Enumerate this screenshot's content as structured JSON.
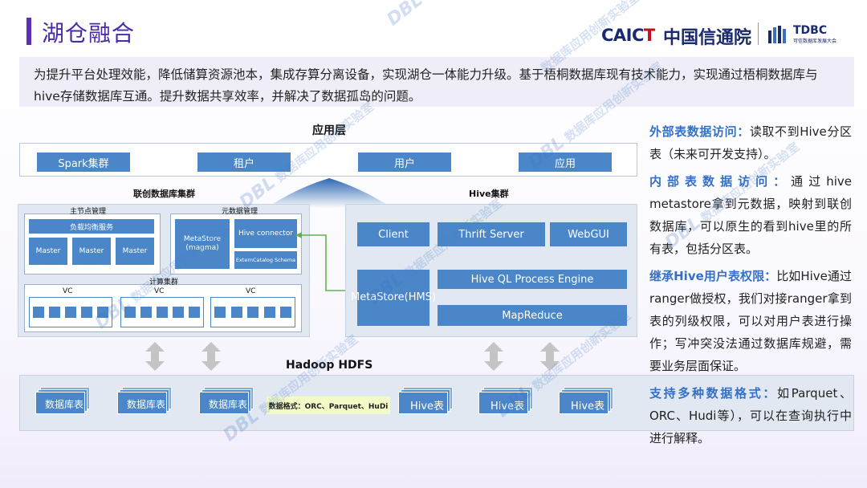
{
  "header": {
    "title": "湖仓融合",
    "logo_caict_pre": "CAIC",
    "logo_caict_t": "T",
    "logo_cn": "中国信通院",
    "logo_tdbc": "TDBC",
    "logo_tdbc_sub": "可信数据库发展大会"
  },
  "intro": "为提升平台处理效能，降低储算资源池本，集成存算分离设备，实现湖仓一体能力升级。基于梧桐数据库现有技术能力，实现通过梧桐数据库与hive存储数据库互通。提升数据共享效率，并解决了数据孤岛的问题。",
  "diagram": {
    "app_layer_title": "应用层",
    "app_items": [
      "Spark集群",
      "租户",
      "用户",
      "应用"
    ],
    "lianchuang": {
      "title": "联创数据库集群",
      "master_mgmt": "主节点管理",
      "load_balance": "负载均衡服务",
      "masters": [
        "Master",
        "Master",
        "Master"
      ],
      "meta_mgmt": "元数据管理",
      "metastore_magma": "MetaStore (magma)",
      "hive_connector": "Hive connector",
      "extern_catalog": "ExternCatalog Schema",
      "compute": "计算集群",
      "vc_labels": [
        "VC",
        "VC",
        "VC"
      ]
    },
    "hive": {
      "title": "Hive集群",
      "client": "Client",
      "thrift": "Thrift Server",
      "webgui": "WebGUI",
      "metastore_hms": "MetaStore(HMS)",
      "ql_engine": "Hive QL Process Engine",
      "mapreduce": "MapReduce"
    },
    "hdfs": {
      "title": "Hadoop HDFS",
      "db_tables": [
        "数据库表",
        "数据库表",
        "数据库表"
      ],
      "formats": "数据格式：ORC、Parquet、HuDi",
      "hive_tables": [
        "Hive表",
        "Hive表",
        "Hive表"
      ]
    }
  },
  "side": [
    {
      "head": "外部表数据访问：",
      "body": "读取不到Hive分区表（未来可开发支持）。"
    },
    {
      "head": "内部表数据访问：",
      "body": "通过hive metastore拿到元数据，映射到联创数据库，可以原生的看到hive里的所有表，包括分区表。"
    },
    {
      "head": "继承Hive用户表权限：",
      "body": "比如Hive通过ranger做授权，我们对接ranger拿到表的列级权限，可以对用户表进行操作；写冲突没法通过数据库规避，需要业务层面保证。"
    },
    {
      "head": "支持多种数据格式：",
      "body": "如Parquet、ORC、Hudi等），可以在查询执行中进行解释。"
    }
  ],
  "watermark": {
    "mark": "DBL",
    "text": "数据库应用创新实验室"
  },
  "colors": {
    "accent": "#4b2aa8",
    "box_blue": "#4a86c8",
    "highlight": "#3470c8"
  }
}
